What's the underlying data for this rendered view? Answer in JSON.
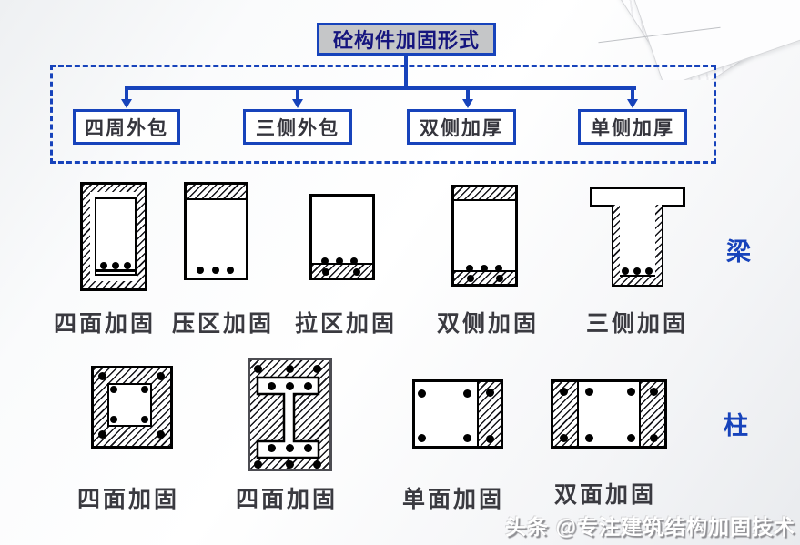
{
  "tree": {
    "root_label": "砼构件加固形式",
    "branches": [
      {
        "label": "四周外包"
      },
      {
        "label": "三侧外包"
      },
      {
        "label": "双侧加厚"
      },
      {
        "label": "单侧加厚"
      }
    ]
  },
  "beams": {
    "side_label": "梁",
    "items": [
      {
        "label": "四面加固"
      },
      {
        "label": "压区加固"
      },
      {
        "label": "拉区加固"
      },
      {
        "label": "双侧加固"
      },
      {
        "label": "三侧加固"
      }
    ]
  },
  "columns": {
    "side_label": "柱",
    "items": [
      {
        "label": "四面加固"
      },
      {
        "label": "四面加固"
      },
      {
        "label": "单面加固"
      },
      {
        "label": "双面加固"
      }
    ]
  },
  "watermark": {
    "label": "头条 @专注建筑结构加固技术"
  },
  "colors": {
    "accent_blue": "#1743bb",
    "title_text_navy": "#15157e",
    "title_box_gray": "#c5c6c8",
    "label_dark": "#3a3a40",
    "hatch_black": "#15151a"
  }
}
